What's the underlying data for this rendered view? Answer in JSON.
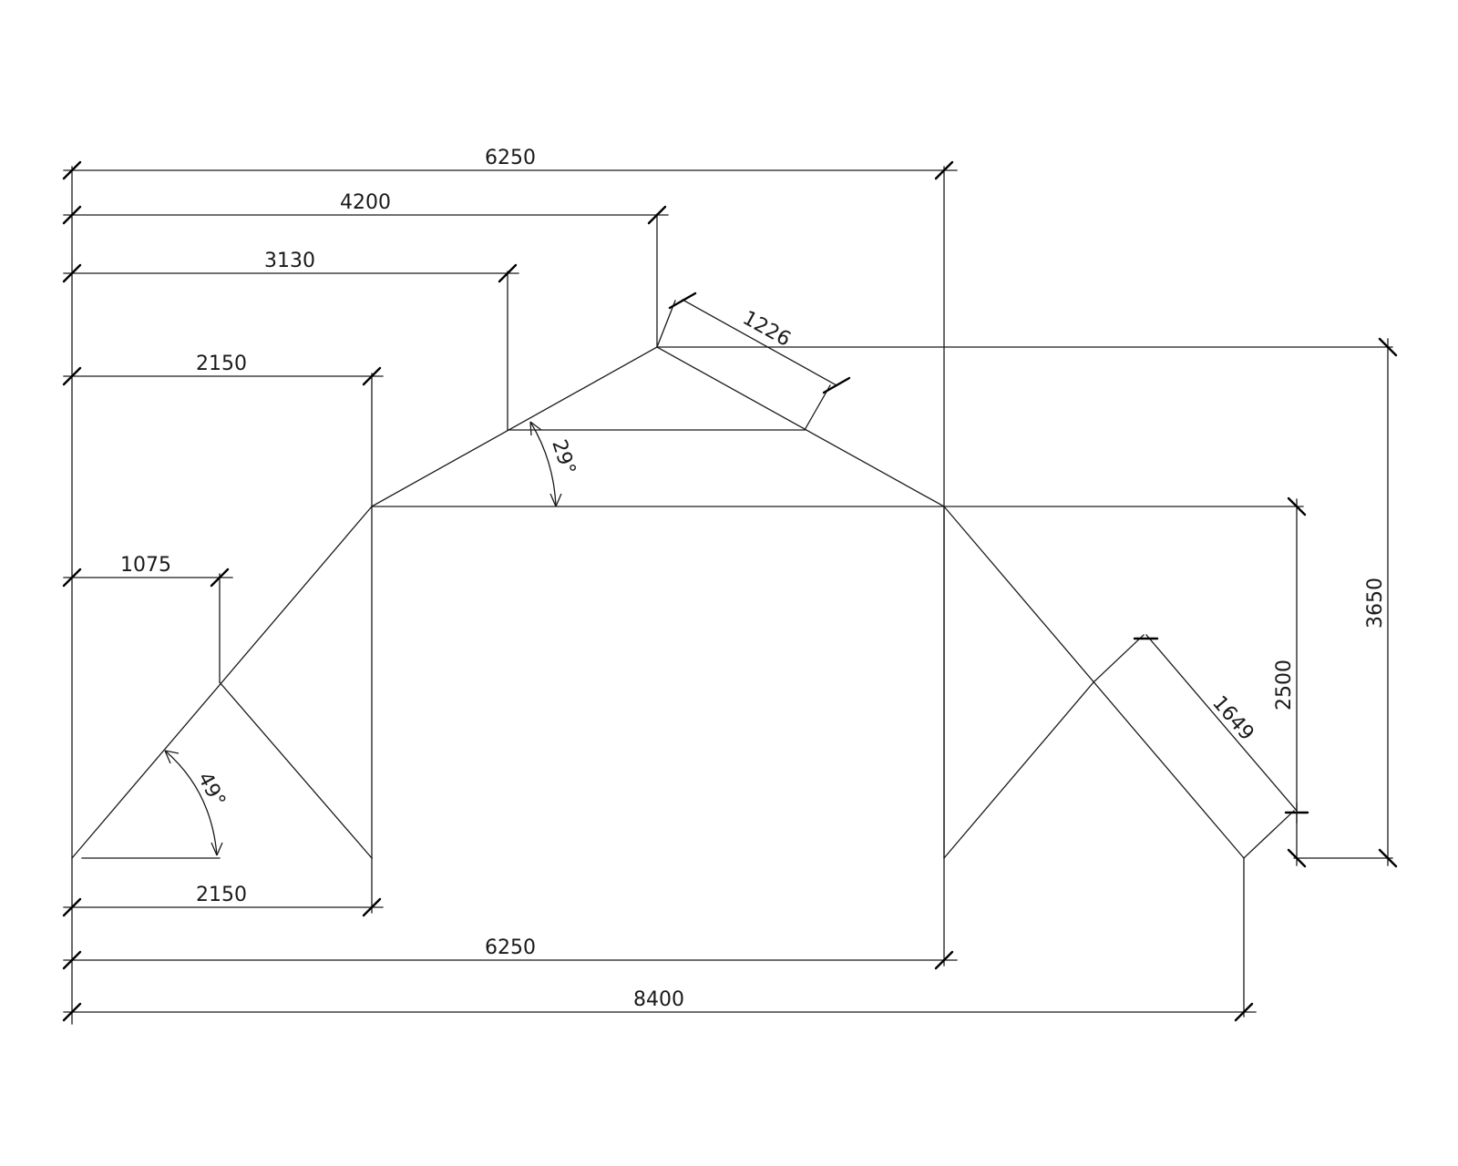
{
  "background": "#ffffff",
  "line_color": "#1a1a1a",
  "dimensions": {
    "top_6250": "6250",
    "top_4200": "4200",
    "top_3130": "3130",
    "top_2150": "2150",
    "left_1075": "1075",
    "bottom_2150": "2150",
    "bottom_6250": "6250",
    "bottom_8400": "8400",
    "right_3650": "3650",
    "right_2500": "2500",
    "slant_1226": "1226",
    "slant_1649": "1649"
  },
  "angles": {
    "lower": "49°",
    "upper": "29°"
  }
}
